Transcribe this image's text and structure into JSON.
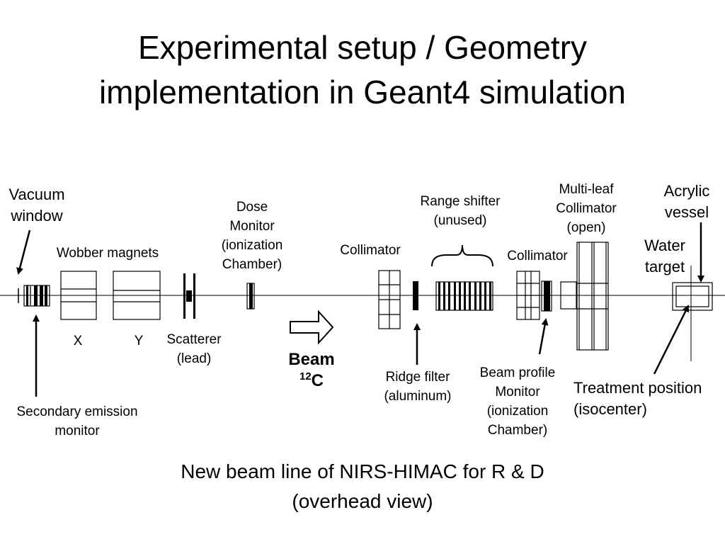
{
  "title": {
    "line1": "Experimental setup / Geometry",
    "line2": "implementation in Geant4 simulation"
  },
  "labels": {
    "vacuum_window": [
      "Vacuum",
      "window"
    ],
    "wobber_magnets": "Wobber magnets",
    "magnet_x": "X",
    "magnet_y": "Y",
    "dose_monitor": [
      "Dose",
      "Monitor",
      "(ionization",
      "Chamber)"
    ],
    "scatterer": [
      "Scatterer",
      "(lead)"
    ],
    "collimator_1": "Collimator",
    "range_shifter": [
      "Range shifter",
      "(unused)"
    ],
    "multi_leaf_collimator": [
      "Multi-leaf",
      "Collimator",
      "(open)"
    ],
    "collimator_2": "Collimator",
    "acrylic_vessel": [
      "Acrylic",
      "vessel"
    ],
    "water_target": [
      "Water",
      "target"
    ],
    "secondary_emission_monitor": [
      "Secondary emission",
      "monitor"
    ],
    "ridge_filter": [
      "Ridge filter",
      "(aluminum)"
    ],
    "beam_profile_monitor": [
      "Beam profile",
      "Monitor",
      "(ionization",
      "Chamber)"
    ],
    "treatment_position": [
      "Treatment position",
      "(isocenter)"
    ]
  },
  "beam": {
    "word": "Beam",
    "mass_number": "12",
    "element": "C"
  },
  "caption": {
    "line1": "New beam line of NIRS-HIMAC for R & D",
    "line2": "(overhead view)"
  }
}
